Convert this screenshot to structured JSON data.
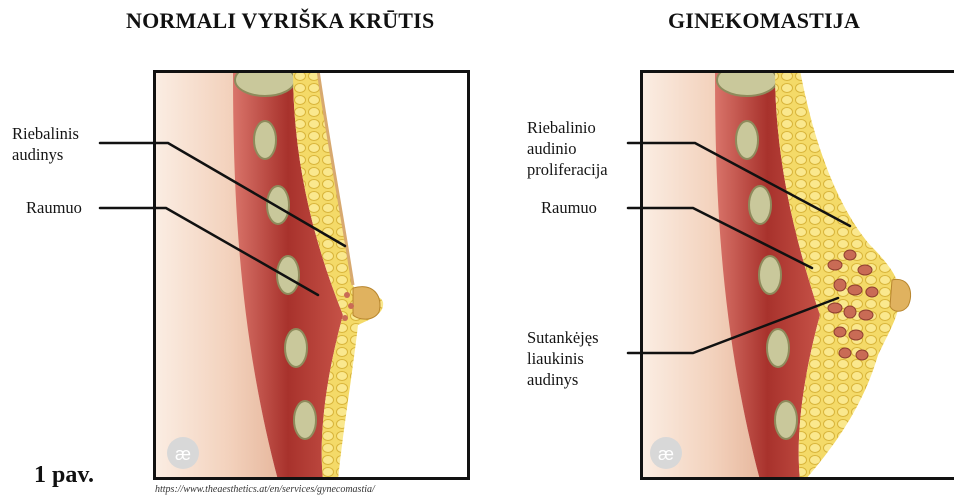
{
  "left_panel": {
    "title": "NORMALI VYRIŠKA KRŪTIS",
    "labels": {
      "fat": "Riebalinis\naudinys",
      "muscle": "Raumuo"
    },
    "watermark": "æ"
  },
  "right_panel": {
    "title": "GINEKOMASTIJA",
    "labels": {
      "fat": "Riebalinio\naudinio\nproliferacija",
      "muscle": "Raumuo",
      "gland": "Sutankėjęs\nliaukinis\naudinys"
    },
    "watermark": "æ"
  },
  "figure_label": "1 pav.",
  "source": "https://www.theaesthetics.at/en/services/gynecomastia/",
  "colors": {
    "skin": "#f4d7c3",
    "muscle": "#b8443c",
    "fat": "#f1d35e",
    "gland": "#c96b55",
    "frame": "#111111"
  }
}
